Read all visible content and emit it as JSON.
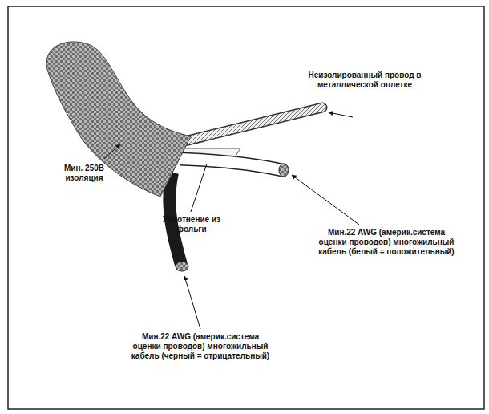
{
  "diagram": {
    "labels": [
      "Неизолированный провод в металлической оплетке",
      "Мин. 250В изоляция",
      "Уплотнение из фольги",
      "Мин.22 AWG (америк.система оценки проводов) многожильный кабель (белый = положительный)",
      "Мин.22 AWG (америк.система оценки проводов) многожильный кабель (черный = отрицательный)"
    ]
  }
}
